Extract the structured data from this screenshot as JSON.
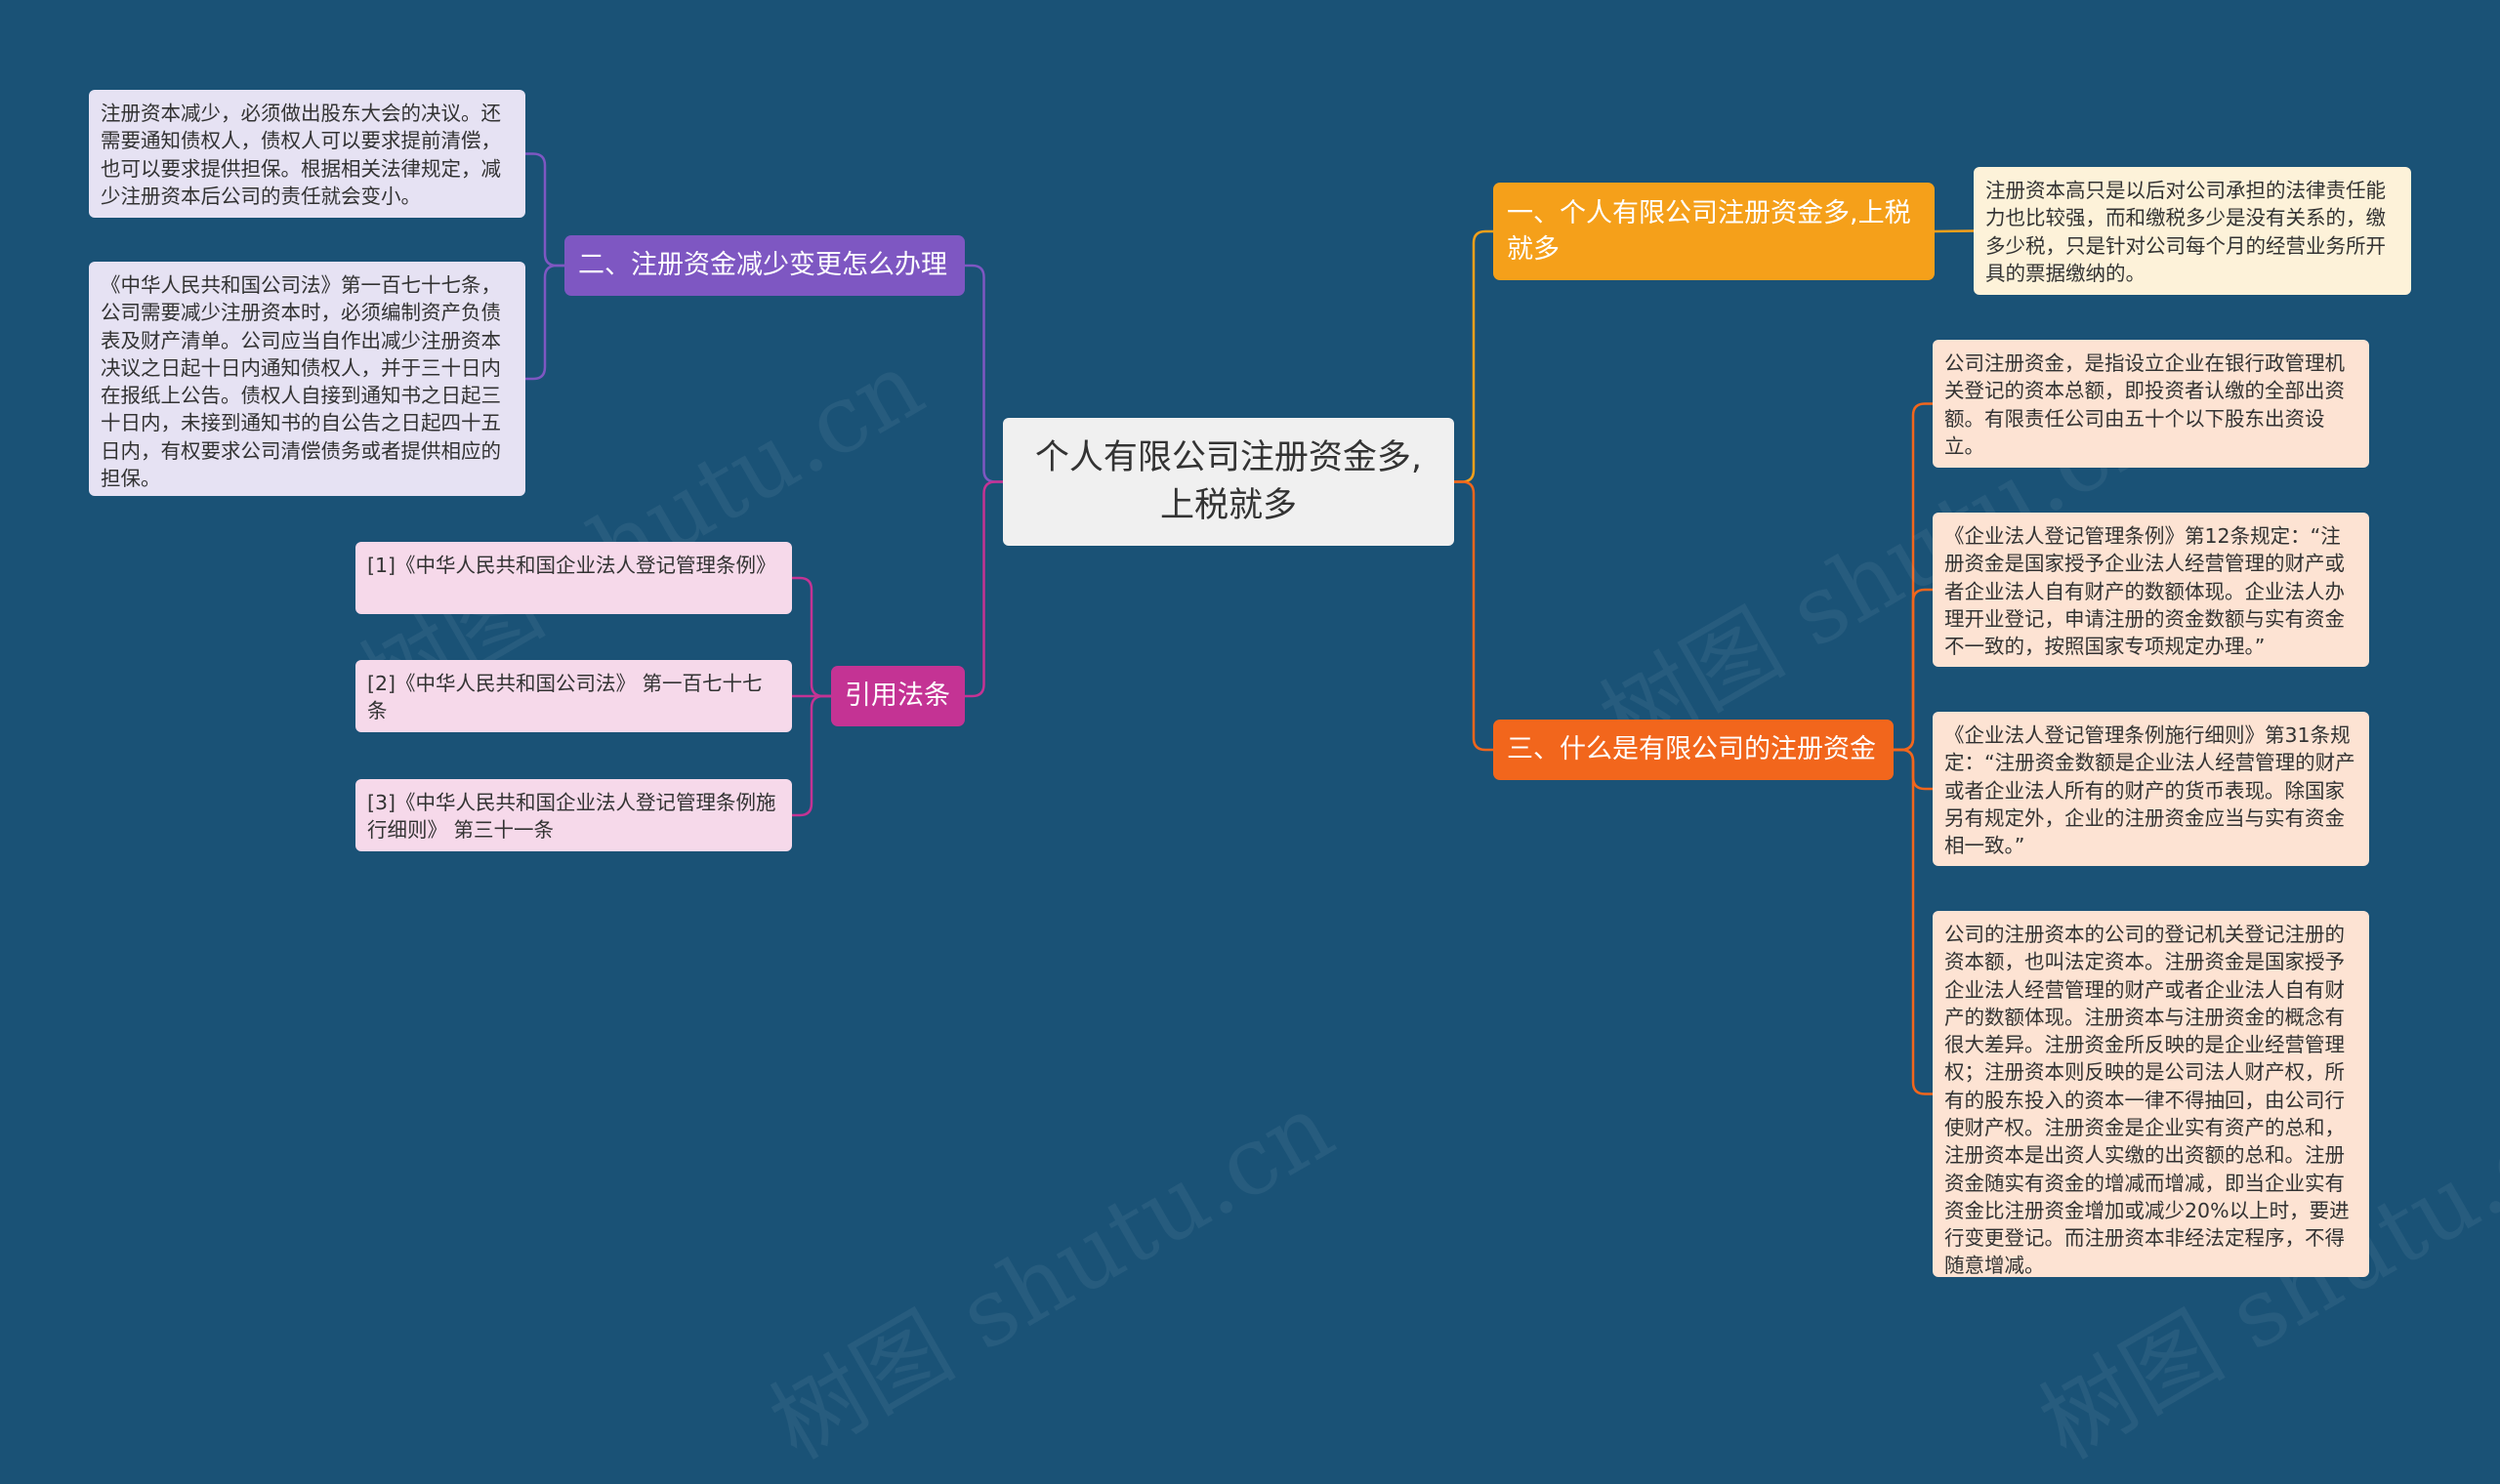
{
  "root": {
    "label": "个人有限公司注册资金多,上税就多"
  },
  "branches": {
    "b1": {
      "label": "一、个人有限公司注册资金多,上税就多",
      "leaves": [
        "注册资本高只是以后对公司承担的法律责任能力也比较强，而和缴税多少是没有关系的，缴多少税，只是针对公司每个月的经营业务所开具的票据缴纳的。"
      ]
    },
    "b2": {
      "label": "二、注册资金减少变更怎么办理",
      "leaves": [
        "注册资本减少，必须做出股东大会的决议。还需要通知债权人，债权人可以要求提前清偿，也可以要求提供担保。根据相关法律规定，减少注册资本后公司的责任就会变小。",
        "《中华人民共和国公司法》第一百七十七条，公司需要减少注册资本时，必须编制资产负债表及财产清单。公司应当自作出减少注册资本决议之日起十日内通知债权人，并于三十日内在报纸上公告。债权人自接到通知书之日起三十日内，未接到通知书的自公告之日起四十五日内，有权要求公司清偿债务或者提供相应的担保。"
      ]
    },
    "b3": {
      "label": "三、什么是有限公司的注册资金",
      "leaves": [
        "公司注册资金，是指设立企业在银行政管理机关登记的资本总额，即投资者认缴的全部出资额。有限责任公司由五十个以下股东出资设立。",
        "《企业法人登记管理条例》第12条规定：“注册资金是国家授予企业法人经营管理的财产或者企业法人自有财产的数额体现。企业法人办理开业登记，申请注册的资金数额与实有资金不一致的，按照国家专项规定办理。”",
        "《企业法人登记管理条例施行细则》第31条规定：“注册资金数额是企业法人经营管理的财产或者企业法人所有的财产的货币表现。除国家另有规定外，企业的注册资金应当与实有资金相一致。”",
        "公司的注册资本的公司的登记机关登记注册的资本额，也叫法定资本。注册资金是国家授予企业法人经营管理的财产或者企业法人自有财产的数额体现。注册资本与注册资金的概念有很大差异。注册资金所反映的是企业经营管理权；注册资本则反映的是公司法人财产权，所有的股东投入的资本一律不得抽回，由公司行使财产权。注册资金是企业实有资产的总和，注册资本是出资人实缴的出资额的总和。注册资金随实有资金的增减而增减，即当企业实有资金比注册资金增加或减少20%以上时，要进行变更登记。而注册资本非经法定程序，不得随意增减。"
      ]
    },
    "b4": {
      "label": "引用法条",
      "leaves": [
        "[1]《中华人民共和国企业法人登记管理条例》",
        "[2]《中华人民共和国公司法》 第一百七十七条",
        "[3]《中华人民共和国企业法人登记管理条例施行细则》 第三十一条"
      ]
    }
  },
  "watermark": "树图 shutu.cn",
  "colors": {
    "background": "#1a5276",
    "b1": "#f5a01a",
    "b1_leaf": "#fdf2d9",
    "b2": "#7e57c2",
    "b2_leaf": "#e6e2f3",
    "b3": "#f2661c",
    "b3_leaf": "#fde3d3",
    "b4": "#c43394",
    "b4_leaf": "#f6d9ea",
    "root": "#f0f0f0"
  }
}
